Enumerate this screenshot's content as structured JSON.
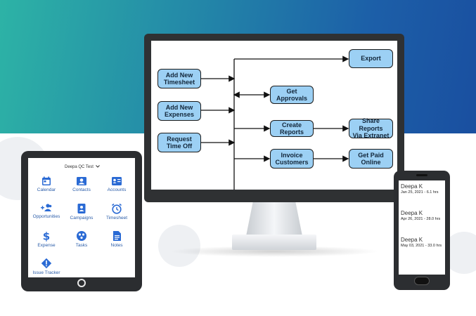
{
  "colors": {
    "node_fill": "#9cd0f4",
    "tablet_icon": "#2a6ad4",
    "bg_teal": "#2db3a6",
    "bg_blue": "#1a4fa0"
  },
  "flow": {
    "add_timesheet": "Add New\nTimesheet",
    "add_expenses": "Add New\nExpenses",
    "request_time_off": "Request\nTime Off",
    "export": "Export",
    "get_approvals": "Get Approvals",
    "create_reports": "Create Reports",
    "invoice_customers": "Invoice\nCustomers",
    "share_reports": "Share Reports\nVia Extranet",
    "get_paid": "Get Paid\nOnline"
  },
  "tablet": {
    "user_dropdown": "Deepa QC Test",
    "apps": [
      {
        "label": "Calendar",
        "icon": "calendar-icon"
      },
      {
        "label": "Contacts",
        "icon": "contacts-icon"
      },
      {
        "label": "Accounts",
        "icon": "accounts-icon"
      },
      {
        "label": "Opportunities",
        "icon": "opportunities-icon"
      },
      {
        "label": "Campaigns",
        "icon": "campaigns-icon"
      },
      {
        "label": "Timesheet",
        "icon": "timesheet-icon"
      },
      {
        "label": "Expense",
        "icon": "expense-icon"
      },
      {
        "label": "Tasks",
        "icon": "tasks-icon"
      },
      {
        "label": "Notes",
        "icon": "notes-icon"
      },
      {
        "label": "Issue Tracker",
        "icon": "issue-tracker-icon"
      }
    ]
  },
  "phone": {
    "entries": [
      {
        "name": "Deepa K",
        "detail": "Jan 25, 2021 - 6.1 hrs"
      },
      {
        "name": "Deepa K",
        "detail": "Apr 26, 2021 - 28.0 hrs"
      },
      {
        "name": "Deepa K",
        "detail": "May 03, 2021 - 33.0 hrs"
      }
    ]
  }
}
